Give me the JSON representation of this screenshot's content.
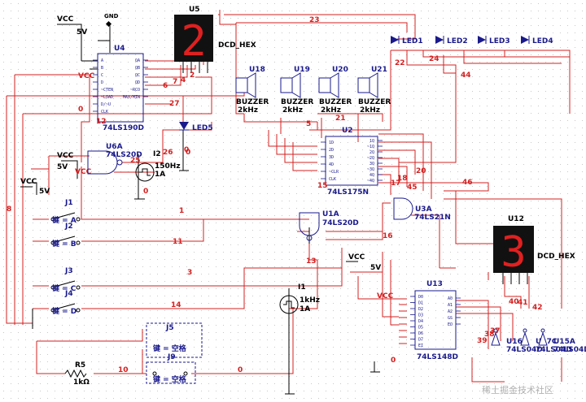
{
  "components": {
    "vcc_top": {
      "label": "VCC",
      "value": "5V"
    },
    "gnd_top": {
      "label": "GND"
    },
    "u4": {
      "name": "U4",
      "part": "74LS190D",
      "pins_left": [
        "A",
        "B",
        "C",
        "D",
        "~CTEN",
        "~LOAD",
        "D/~U",
        "CLK"
      ],
      "pins_right": [
        "QA",
        "QB",
        "QC",
        "QD",
        "~RCO",
        "MAX/MIN"
      ]
    },
    "u5": {
      "name": "U5",
      "part": "DCD_HEX",
      "digit": "2"
    },
    "u12": {
      "name": "U12",
      "part": "DCD_HEX",
      "digit": "3"
    },
    "buzzers": [
      {
        "name": "U18",
        "type": "BUZZER",
        "freq": "2kHz"
      },
      {
        "name": "U19",
        "type": "BUZZER",
        "freq": "2kHz"
      },
      {
        "name": "U20",
        "type": "BUZZER",
        "freq": "2kHz"
      },
      {
        "name": "U21",
        "type": "BUZZER",
        "freq": "2kHz"
      }
    ],
    "leds": [
      "LED1",
      "LED2",
      "LED3",
      "LED4"
    ],
    "led5": "LED5",
    "u6a": {
      "name": "U6A",
      "part": "74LS20D"
    },
    "i2": {
      "name": "I2",
      "freq": "150Hz",
      "amp": "1A"
    },
    "vcc_u6": {
      "label": "VCC",
      "value": "5V"
    },
    "vcc_left": {
      "label": "VCC",
      "value": "5V"
    },
    "u2": {
      "name": "U2",
      "part": "74LS175N",
      "pins_left": [
        "1D",
        "2D",
        "3D",
        "4D",
        "~CLR",
        "CLK"
      ],
      "pins_right": [
        "1Q",
        "~1Q",
        "2Q",
        "~2Q",
        "3Q",
        "~3Q",
        "4Q",
        "~4Q"
      ]
    },
    "u3a": {
      "name": "U3A",
      "part": "74LS21N"
    },
    "u1a": {
      "name": "U1A",
      "part": "74LS20D"
    },
    "switches": [
      {
        "name": "J1",
        "key": "键 = A"
      },
      {
        "name": "J2",
        "key": "键 = B"
      },
      {
        "name": "J3",
        "key": "键 = C"
      },
      {
        "name": "J4",
        "key": "键 = D"
      }
    ],
    "j5": {
      "name": "J5",
      "key": "键 = 空格"
    },
    "j9": {
      "name": "J9",
      "key": "键 = 空格"
    },
    "r5": {
      "name": "R5",
      "value": "1kΩ"
    },
    "i1": {
      "name": "I1",
      "freq": "1kHz",
      "amp": "1A"
    },
    "vcc_mid": {
      "label": "VCC",
      "value": "5V"
    },
    "vcc_u13": {
      "label": "VCC"
    },
    "u13": {
      "name": "U13",
      "part": "74LS148D",
      "pins_left": [
        "D0",
        "D1",
        "D2",
        "D3",
        "D4",
        "D5",
        "D6",
        "D7",
        "EI"
      ],
      "pins_right": [
        "A0",
        "A1",
        "A2",
        "GS",
        "EO"
      ]
    },
    "inverters": [
      {
        "name": "U16B",
        "part": "74LS04D"
      },
      {
        "name": "U17C",
        "part": "74LS04D"
      },
      {
        "name": "U15A",
        "part": "74LS04D"
      }
    ]
  },
  "net_labels": [
    "23",
    "22",
    "24",
    "44",
    "4",
    "6",
    "7",
    "2",
    "27",
    "0",
    "12",
    "0",
    "26",
    "25",
    "0",
    "5",
    "21",
    "20",
    "46",
    "18",
    "17",
    "45",
    "15",
    "1",
    "16",
    "11",
    "13",
    "3",
    "14",
    "10",
    "0",
    "0",
    "40",
    "41",
    "42",
    "39",
    "38",
    "37",
    "8",
    "0"
  ],
  "watermark": "稀土掘金技术社区"
}
